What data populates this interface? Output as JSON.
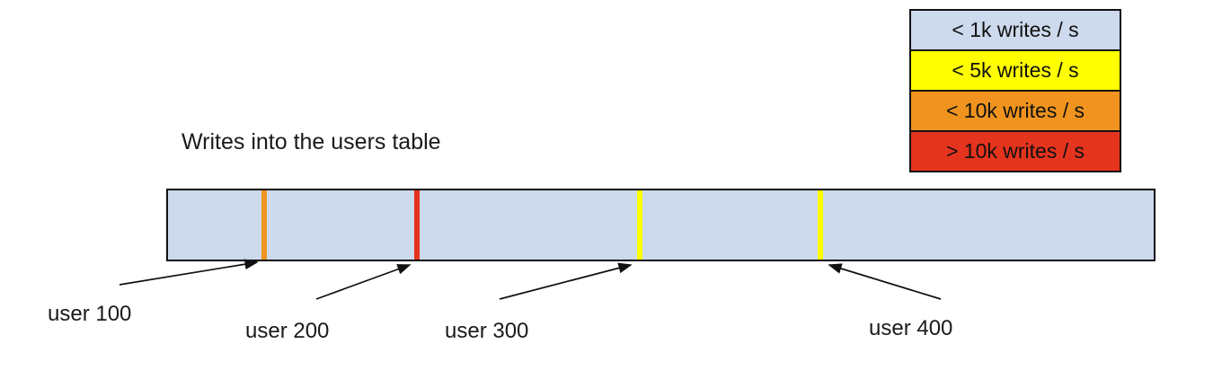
{
  "title": "Writes into the users table",
  "legend": {
    "items": [
      {
        "label": "< 1k writes / s",
        "color": "#cdd9ec"
      },
      {
        "label": "< 5k writes / s",
        "color": "#ffff00"
      },
      {
        "label": "< 10k writes / s",
        "color": "#f0941f"
      },
      {
        "label": "> 10k writes / s",
        "color": "#e5341e"
      }
    ]
  },
  "bar": {
    "fill": "#cdd9ec",
    "border_color": "#111111",
    "markers": [
      {
        "label": "user 100",
        "color": "#f0941f"
      },
      {
        "label": "user 200",
        "color": "#e5341e"
      },
      {
        "label": "user 300",
        "color": "#ffff00"
      },
      {
        "label": "user 400",
        "color": "#ffff00"
      }
    ]
  }
}
